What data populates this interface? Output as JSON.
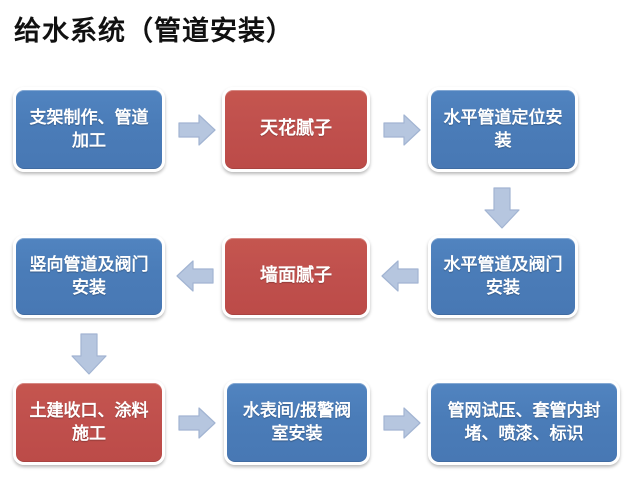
{
  "page": {
    "title": "给水系统（管道安装）",
    "background_color": "#ffffff"
  },
  "colors": {
    "blue": "#4A7CB8",
    "red": "#C0504D",
    "arrow": "#B6C6DF",
    "arrow_border": "#9FB2D0",
    "text": "#FFFFFF",
    "title_text": "#111111"
  },
  "flow": {
    "nodes": [
      {
        "id": "n1",
        "label": "支架制作、管道加工",
        "color": "blue",
        "row": 1,
        "col": 1
      },
      {
        "id": "n2",
        "label": "天花腻子",
        "color": "red",
        "row": 1,
        "col": 2
      },
      {
        "id": "n3",
        "label": "水平管道定位安装",
        "color": "blue",
        "row": 1,
        "col": 3
      },
      {
        "id": "n4",
        "label": "竖向管道及阀门安装",
        "color": "blue",
        "row": 2,
        "col": 1
      },
      {
        "id": "n5",
        "label": "墙面腻子",
        "color": "red",
        "row": 2,
        "col": 2
      },
      {
        "id": "n6",
        "label": "水平管道及阀门安装",
        "color": "blue",
        "row": 2,
        "col": 3
      },
      {
        "id": "n7",
        "label": "土建收口、涂料施工",
        "color": "red",
        "row": 3,
        "col": 1
      },
      {
        "id": "n8",
        "label": "水表间/报警阀室安装",
        "color": "blue",
        "row": 3,
        "col": 2
      },
      {
        "id": "n9",
        "label": "管网试压、套管内封堵、喷漆、标识",
        "color": "blue",
        "row": 3,
        "col": 3
      }
    ],
    "connectors": [
      {
        "id": "a1",
        "from": "n1",
        "to": "n2",
        "direction": "right"
      },
      {
        "id": "a2",
        "from": "n2",
        "to": "n3",
        "direction": "right"
      },
      {
        "id": "a3",
        "from": "n3",
        "to": "n6",
        "direction": "down"
      },
      {
        "id": "a4",
        "from": "n6",
        "to": "n5",
        "direction": "left"
      },
      {
        "id": "a5",
        "from": "n5",
        "to": "n4",
        "direction": "left"
      },
      {
        "id": "a6",
        "from": "n4",
        "to": "n7",
        "direction": "down"
      },
      {
        "id": "a7",
        "from": "n7",
        "to": "n8",
        "direction": "right"
      },
      {
        "id": "a8",
        "from": "n8",
        "to": "n9",
        "direction": "right"
      }
    ]
  }
}
